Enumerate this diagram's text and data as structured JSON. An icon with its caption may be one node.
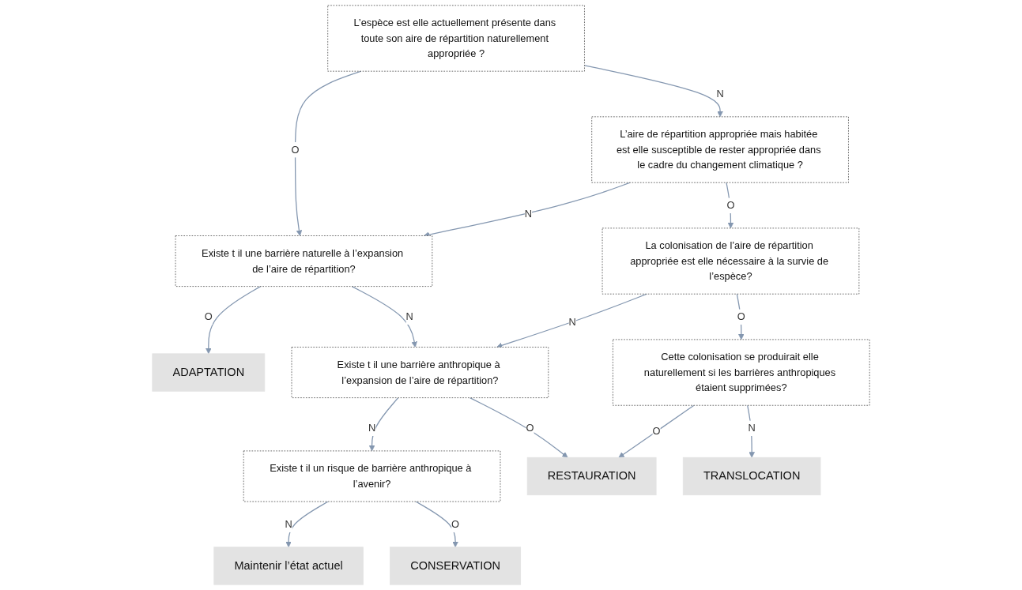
{
  "diagram": {
    "nodes": [
      {
        "text": [
          "L’espèce est elle actuellement présente dans toute son aire de répartition naturellement appropriée ?"
        ]
      },
      {
        "text": [
          "L’aire de répartition appropriée mais habitée est elle susceptible de rester appropriée dans le cadre du changement climatique ?"
        ]
      },
      {
        "text": [
          "Existe t il une barrière naturelle à l’expansion de l’aire de répartition?"
        ]
      },
      {
        "text": [
          "La colonisation de l’aire de répartition appropriée est elle nécessaire à la survie de l’espèce?"
        ]
      },
      {
        "text": [
          "ADAPTATION"
        ]
      },
      {
        "text": [
          "Existe t il une barrière anthropique à l’expansion de l’aire de répartition?"
        ]
      },
      {
        "text": [
          "Cette colonisation se produirait elle naturellement si les barrières anthropiques étaient supprimées?"
        ]
      },
      {
        "text": [
          "Existe t il un risque de barrière anthropique à l’avenir?"
        ]
      },
      {
        "text": [
          "RESTAURATION"
        ]
      },
      {
        "text": [
          "TRANSLOCATION"
        ]
      },
      {
        "text": [
          "Maintenir l’état actuel"
        ]
      },
      {
        "text": [
          "CONSERVATION"
        ]
      }
    ],
    "edges": [
      {
        "from": 0,
        "to": 2,
        "label": "O",
        "arrow": "to"
      },
      {
        "from": 0,
        "to": 1,
        "label": "N",
        "arrow": "to"
      },
      {
        "from": 1,
        "to": 2,
        "label": "N",
        "arrow": "to"
      },
      {
        "from": 1,
        "to": 3,
        "label": "O",
        "arrow": "to"
      },
      {
        "from": 2,
        "to": 4,
        "label": "O",
        "arrow": "to"
      },
      {
        "from": 2,
        "to": 5,
        "label": "N",
        "arrow": "to"
      },
      {
        "from": 3,
        "to": 5,
        "label": "N",
        "arrow": "to"
      },
      {
        "from": 3,
        "to": 6,
        "label": "O",
        "arrow": "to"
      },
      {
        "from": 5,
        "to": 7,
        "label": "N",
        "arrow": "to"
      },
      {
        "from": 5,
        "to": 8,
        "label": "O",
        "arrow": "to"
      },
      {
        "from": 6,
        "to": 8,
        "label": "O",
        "arrow": "to"
      },
      {
        "from": 6,
        "to": 9,
        "label": "N",
        "arrow": "to"
      },
      {
        "from": 7,
        "to": 10,
        "label": "N",
        "arrow": "to"
      },
      {
        "from": 7,
        "to": 11,
        "label": "O",
        "arrow": "to"
      }
    ]
  }
}
